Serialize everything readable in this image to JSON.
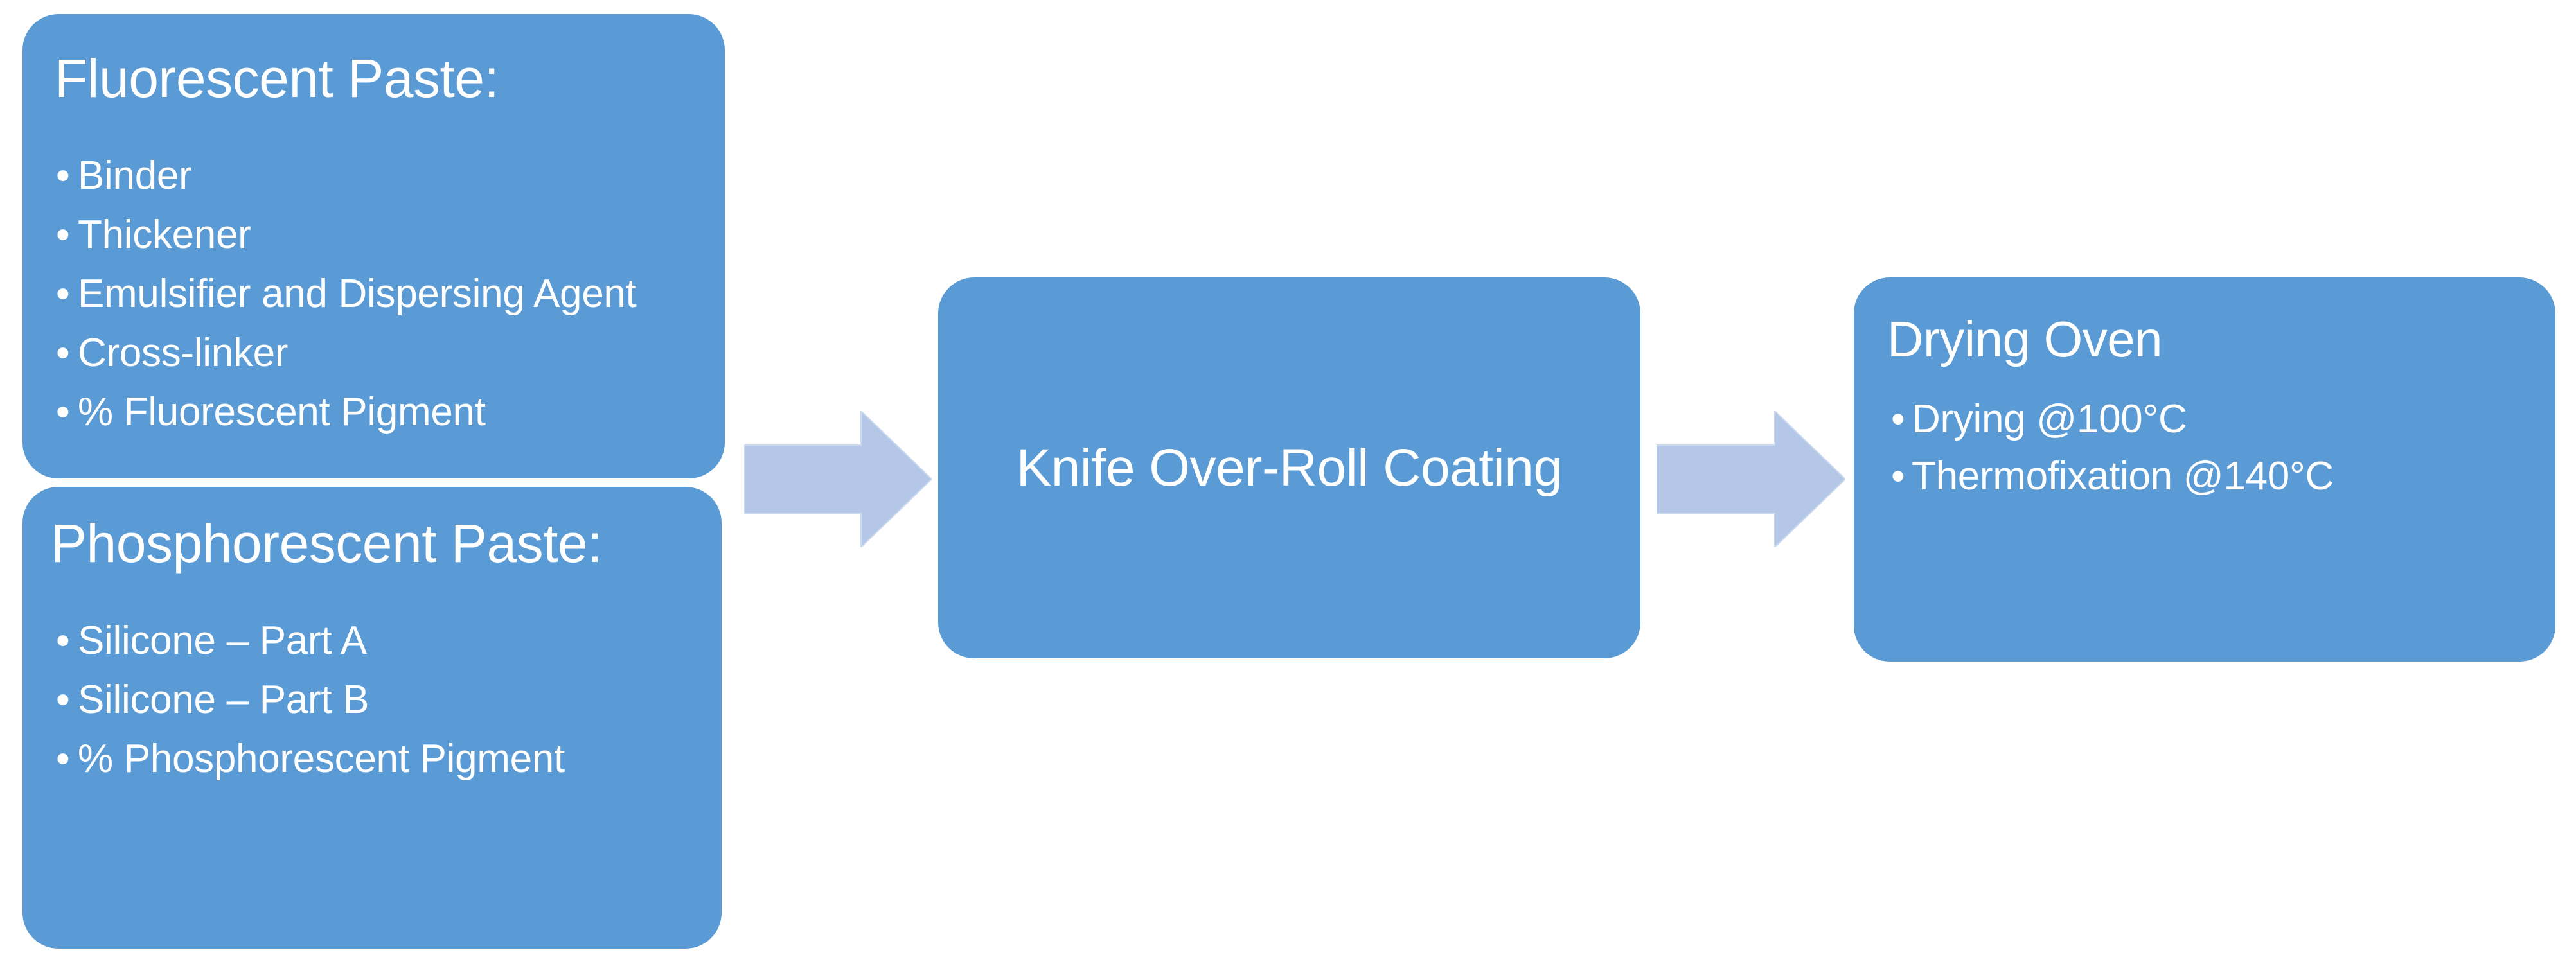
{
  "theme": {
    "node_fill": "#5B9BD5",
    "node_text": "#FFFFFF",
    "arrow_fill": "#B4C7E7",
    "arrow_stroke": "#C7D6EF",
    "background": "#FFFFFF"
  },
  "diagram": {
    "type": "process-flow",
    "title": "",
    "nodes": [
      {
        "id": "fluorescent-paste",
        "title": "Fluorescent Paste:",
        "bullets": [
          "Binder",
          "Thickener",
          "Emulsifier and Dispersing Agent",
          "Cross-linker",
          "% Fluorescent  Pigment"
        ]
      },
      {
        "id": "phosphorescent-paste",
        "title": "Phosphorescent Paste:",
        "bullets": [
          "Silicone – Part A",
          "Silicone – Part B",
          "% Phosphorescent  Pigment"
        ]
      },
      {
        "id": "knife-over-roll-coating",
        "title": "Knife Over-Roll Coating",
        "bullets": []
      },
      {
        "id": "drying-oven",
        "title": "Drying Oven",
        "bullets": [
          "Drying @100°C",
          "Thermofixation  @140°C"
        ]
      }
    ],
    "connectors": [
      {
        "id": "arrow-1",
        "from": "pastes",
        "to": "knife-over-roll-coating",
        "direction": "right"
      },
      {
        "id": "arrow-2",
        "from": "knife-over-roll-coating",
        "to": "drying-oven",
        "direction": "right"
      }
    ],
    "bullet_glyph": "•"
  }
}
